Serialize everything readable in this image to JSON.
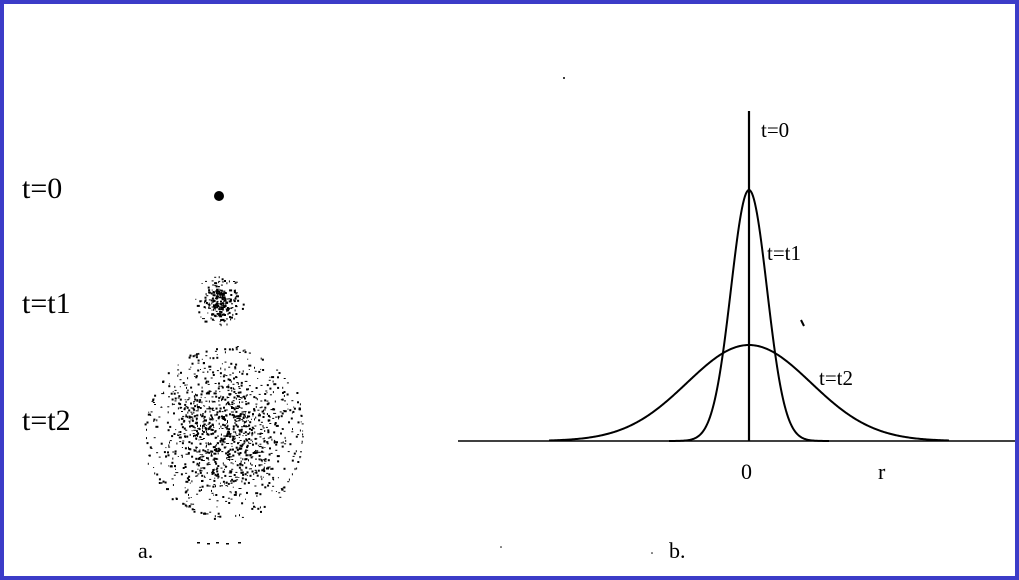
{
  "colors": {
    "frame": "#3c3cc8",
    "ink": "#000000",
    "background": "#ffffff"
  },
  "panel_a": {
    "label": "a.",
    "rows": [
      {
        "label": "t=0",
        "spread": "point"
      },
      {
        "label": "t=t1",
        "spread": "small-cloud"
      },
      {
        "label": "t=t2",
        "spread": "large-cloud"
      }
    ]
  },
  "panel_b": {
    "label": "b.",
    "curve_labels": [
      "t=0",
      "t=t1",
      "t=t2"
    ],
    "x_axis": {
      "origin_label": "0",
      "axis_label": "r"
    }
  }
}
